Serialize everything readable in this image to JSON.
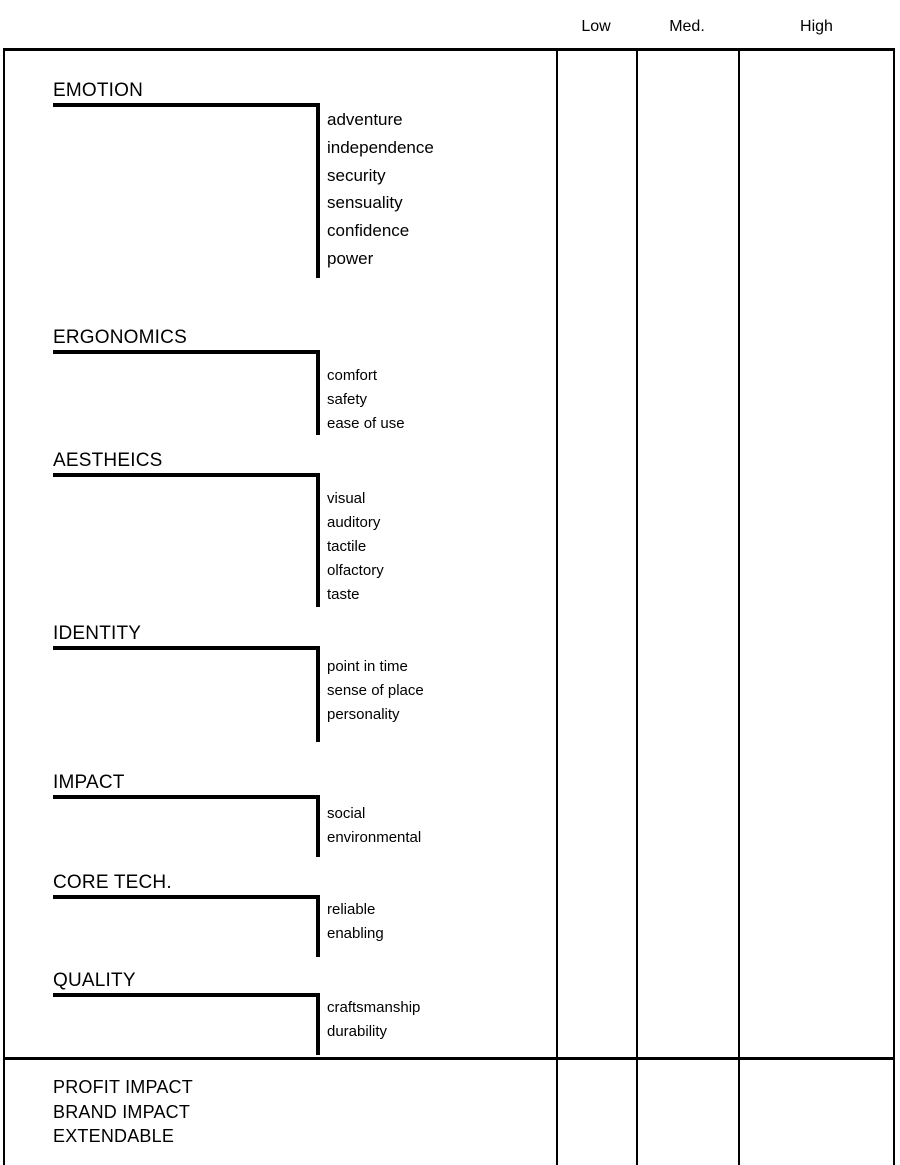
{
  "header": {
    "columns": [
      {
        "key": "low",
        "label": "Low"
      },
      {
        "key": "med",
        "label": "Med."
      },
      {
        "key": "high",
        "label": "High"
      }
    ]
  },
  "matrix": {
    "groups": [
      {
        "title": "EMOTION",
        "items": [
          "adventure",
          "independence",
          "security",
          "sensuality",
          "confidence",
          "power"
        ]
      },
      {
        "title": "ERGONOMICS",
        "items": [
          "comfort",
          "safety",
          "ease of use"
        ]
      },
      {
        "title": "AESTHEICS",
        "items": [
          "visual",
          "auditory",
          "tactile",
          "olfactory",
          "taste"
        ]
      },
      {
        "title": "IDENTITY",
        "items": [
          "point in time",
          "sense of place",
          "personality"
        ]
      },
      {
        "title": "IMPACT",
        "items": [
          "social",
          "environmental"
        ]
      },
      {
        "title": "CORE TECH.",
        "items": [
          "reliable",
          "enabling"
        ]
      },
      {
        "title": "QUALITY",
        "items": [
          "craftsmanship",
          "durability"
        ]
      }
    ]
  },
  "summary": {
    "rows": [
      "PROFIT IMPACT",
      "BRAND IMPACT",
      "EXTENDABLE"
    ]
  },
  "colors": {
    "ink": "#000000",
    "paper": "#ffffff"
  }
}
